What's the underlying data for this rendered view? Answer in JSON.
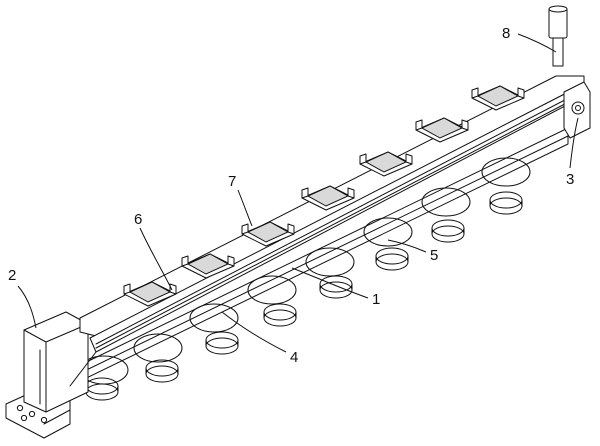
{
  "labels": {
    "l1": "1",
    "l2": "2",
    "l3": "3",
    "l4": "4",
    "l5": "5",
    "l6": "6",
    "l7": "7",
    "l8": "8"
  },
  "colors": {
    "line": "#111111",
    "shade": "#d9d9d9",
    "background": "#ffffff"
  }
}
